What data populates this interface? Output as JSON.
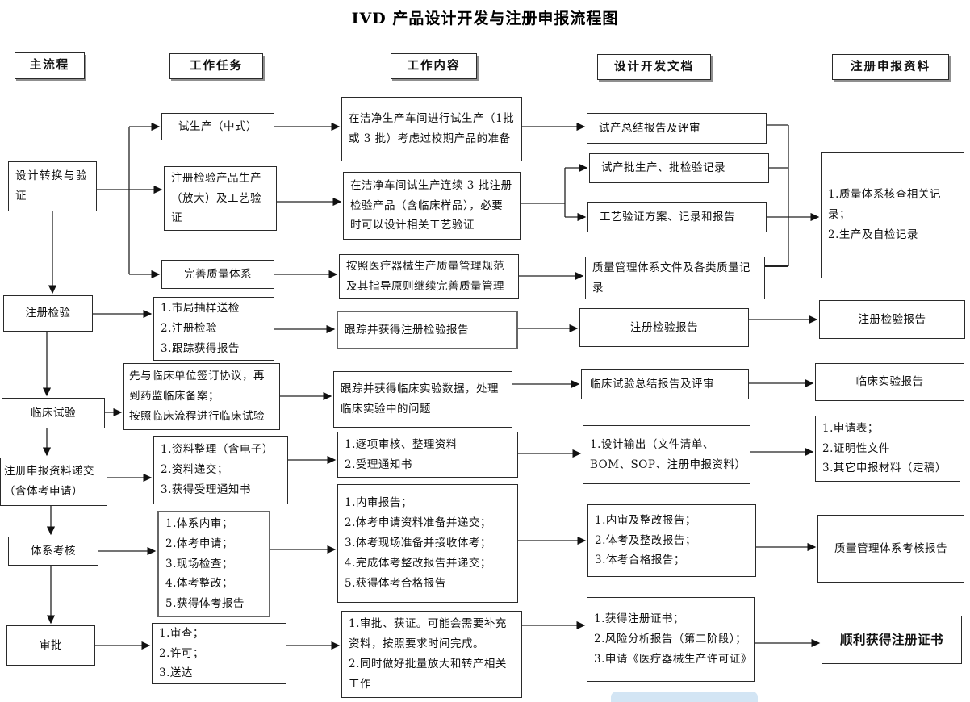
{
  "title": "IVD 产品设计开发与注册申报流程图",
  "headers": {
    "main_flow": "主流程",
    "tasks": "工作任务",
    "content": "工作内容",
    "design_docs": "设计开发文档",
    "registration_materials": "注册申报资料"
  },
  "main_flow": {
    "design_transfer": "设计转换与验证",
    "registration_inspection": "注册检验",
    "clinical_trial": "临床试验",
    "submission": "注册申报资料递交（含体考申请）",
    "system_assessment": "体系考核",
    "approval": "审批"
  },
  "tasks": {
    "pilot_production": "试生产（中式）",
    "registration_production": "注册检验产品生产（放大）及工艺验证",
    "improve_quality_system": "完善质量体系",
    "inspection_steps": "1.市局抽样送检\n2.注册检验\n3.跟踪获得报告",
    "clinical_steps": "先与临床单位签订协议，再到药监临床备案；\n按照临床流程进行临床试验",
    "dossier_steps": "1.资料整理（含电子）\n2.资料递交；\n3.获得受理通知书",
    "audit_steps": "1.体系内审；\n2.体考申请；\n3.现场检查；\n4.体考整改；\n5.获得体考报告",
    "approval_steps": "1.审查；\n2.许可；\n3.送达"
  },
  "content": {
    "pilot": "在洁净生产车间进行试生产（1批或 3 批）考虑过校期产品的准备",
    "registration_production": "在洁净车间试生产连续 3 批注册检验产品（含临床样品），必要时可以设计相关工艺验证",
    "quality_system": "按照医疗器械生产质量管理规范及其指导原则继续完善质量管理",
    "track_inspection": "跟踪并获得注册检验报告",
    "clinical_data": "跟踪并获得临床实验数据，处理临床实验中的问题",
    "review_dossier": "1.逐项审核、整理资料\n2.受理通知书",
    "audit_work": "1.内审报告；\n2.体考申请资料准备并递交；\n3.体考现场准备并接收体考；\n4.完成体考整改报告并递交；\n5.获得体考合格报告",
    "approval_work": "1.审批、获证。可能会需要补充资料，按照要求时间完成。\n2.同时做好批量放大和转产相关工作"
  },
  "design_docs": {
    "pilot_report": "试产总结报告及评审",
    "batch_records": "试产批生产、批检验记录",
    "process_validation": "工艺验证方案、记录和报告",
    "qms_documents": "质量管理体系文件及各类质量记录",
    "inspection_report": "注册检验报告",
    "clinical_summary": "临床试验总结报告及评审",
    "design_output": "1.设计输出（文件清单、BOM、SOP、注册申报资料）",
    "audit_reports": "1.内审及整改报告；\n2.体考及整改报告；\n3.体考合格报告；",
    "certificates": "1.获得注册证书；\n2.风险分析报告（第二阶段）；\n3.申请《医疗器械生产许可证》"
  },
  "registration_materials": {
    "qms_records": "1.质量体系核查相关记录；\n2.生产及自检记录",
    "inspection_report": "注册检验报告",
    "clinical_report": "临床实验报告",
    "application_docs": "1.申请表；\n2.证明性文件\n3.其它申报材料（定稿）",
    "qms_assessment_report": "质量管理体系考核报告",
    "final_certificate": "顺利获得注册证书"
  }
}
